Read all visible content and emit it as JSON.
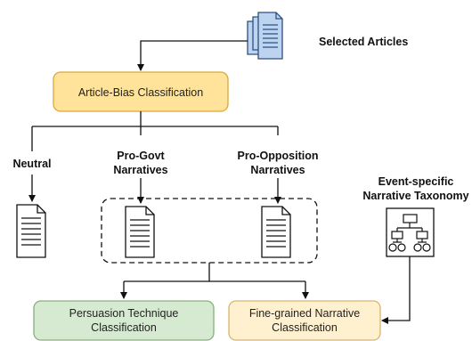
{
  "labels": {
    "selected_articles": "Selected Articles",
    "article_bias": "Article-Bias Classification",
    "neutral": "Neutral",
    "pro_govt_line1": "Pro-Govt",
    "pro_govt_line2": "Narratives",
    "pro_opp_line1": "Pro-Opposition",
    "pro_opp_line2": "Narratives",
    "taxonomy_line1": "Event-specific",
    "taxonomy_line2": "Narrative Taxonomy",
    "persuasion_line1": "Persuasion Technique",
    "persuasion_line2": "Classification",
    "finegrained_line1": "Fine-grained Narrative",
    "finegrained_line2": "Classification"
  },
  "colors": {
    "bias_fill": "#ffe39a",
    "bias_stroke": "#d9a93a",
    "persuasion_fill": "#d6ead1",
    "persuasion_stroke": "#88b07d",
    "finegrained_fill": "#fff1cf",
    "finegrained_stroke": "#d9b56a",
    "docs_fill": "#bcd4f0",
    "docs_stroke": "#2d4f82",
    "line": "#111111"
  },
  "icons": {
    "selected_articles": "document-stack-icon",
    "neutral_doc": "document-icon",
    "pro_govt_doc": "document-icon",
    "pro_opp_doc": "document-icon",
    "taxonomy": "hierarchy-icon"
  }
}
